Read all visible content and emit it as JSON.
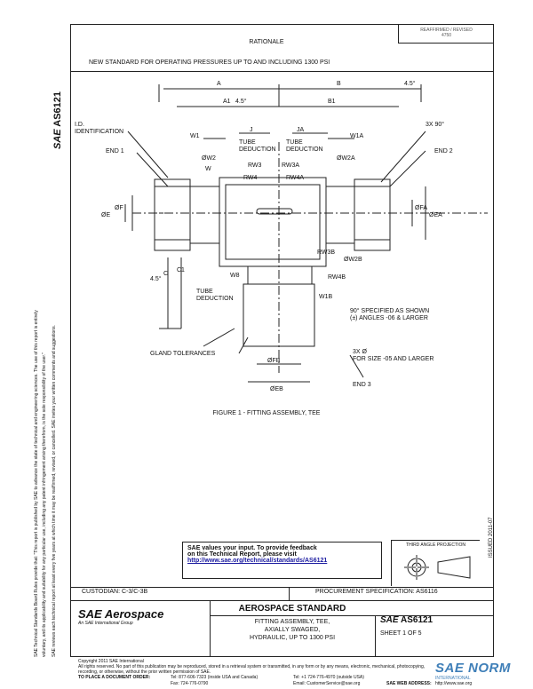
{
  "header": {
    "doc_info_line1": "REAFFIRMED / REVISED",
    "doc_info_line2": "4750",
    "rationale_title": "RATIONALE",
    "rationale_text": "NEW STANDARD FOR OPERATING PRESSURES UP TO AND INCLUDING 1300 PSI"
  },
  "left_margin": {
    "doc_number": "AS6121",
    "sae_mark": "SAE",
    "disclaimer_line1": "SAE Technical Standards Board Rules provide that: \"This report is published by SAE to advance the state of technical and engineering sciences. The use of this report is entirely",
    "disclaimer_line2": "voluntary, and its applicability and suitability for any particular use, including any patent infringement arising therefrom, is the sole responsibility of the user.\"",
    "disclaimer_line3": "SAE reviews each technical report at least every five years at which time it may be reaffirmed, revised, or cancelled. SAE invites your written comments and suggestions."
  },
  "right_margin": {
    "issued": "ISSUED 2011-07"
  },
  "drawing": {
    "labels": {
      "A": "A",
      "B": "B",
      "A1": "A1",
      "B1": "B1",
      "J": "J",
      "JA": "JA",
      "W1": "W1",
      "W1A": "W1A",
      "W": "W",
      "WA": "ØW2A",
      "W2": "ØW2",
      "RW3": "RW3",
      "RW3A": "RW3A",
      "RW4": "RW4",
      "RW4A": "RW4A",
      "RW3B": "RW3B",
      "RW4B": "RW4B",
      "W2B": "ØW2B",
      "W8": "W8",
      "W1B": "W1B",
      "E": "ØE",
      "F": "ØF",
      "FA": "ØFA",
      "EA": "ØEA",
      "FB": "ØFB",
      "EB": "ØEB",
      "C": "C",
      "C1": "C1",
      "ident": "I.D.\nIDENTIFICATION",
      "end1": "END 1",
      "end2": "END 2",
      "end3": "END 3",
      "tube_ded": "TUBE\nDEDUCTION",
      "tube_ded_b": "TUBE\nDEDUCTION",
      "tube_ded_c": "TUBE\nDEDUCTION",
      "note_3x": "3X 90°",
      "note_3x_b": "3X Ø\nFOR SIZE -05 AND LARGER",
      "angle_note": "90°  SPECIFIED AS SHOWN\n(±) ANGLES -06 & LARGER",
      "gland": "GLAND TOLERANCES",
      "dim_45": "4.5°",
      "dim_b_top": "4.5°",
      "dim_a_top": "4.5°"
    },
    "figure_caption": "FIGURE 1 - FITTING ASSEMBLY, TEE"
  },
  "feedback": {
    "line1": "SAE values your input. To provide feedback",
    "line2": "on this Technical Report, please visit",
    "link": "http://www.sae.org/technical/standards/AS6121"
  },
  "projection": {
    "label": "THIRD ANGLE PROJECTION"
  },
  "title_block": {
    "custodian": "CUSTODIAN: C-3/C-3B",
    "procurement": "PROCUREMENT SPECIFICATION: AS6116",
    "logo_text": "SAE Aerospace",
    "logo_sub": "An SAE International Group",
    "standard_heading": "AEROSPACE STANDARD",
    "title_line1": "FITTING ASSEMBLY, TEE,",
    "title_line2": "AXIALLY SWAGED,",
    "title_line3": "HYDRAULIC, UP TO 1300 PSI",
    "sae_mark": "SAE",
    "doc_number": "AS6121",
    "sheet": "SHEET 1 OF 5"
  },
  "footer": {
    "copyright": "Copyright 2011 SAE International",
    "rights1": "All rights reserved. No part of this publication may be reproduced, stored in a retrieval system or transmitted, in any form or by any means, electronic, mechanical, photocopying,",
    "rights2": "recording, or otherwise, without the prior written permission of SAE.",
    "order_label": "TO PLACE A DOCUMENT ORDER:",
    "tel1": "Tel:  877-606-7323 (inside USA and Canada)",
    "tel2": "Tel:  +1 724-776-4970 (outside USA)",
    "fax": "Fax:  724-776-0790",
    "email": "Email:  CustomerService@sae.org",
    "web_label": "SAE WEB ADDRESS:",
    "web": "http://www.sae.org"
  },
  "watermark": {
    "text": "SAE NORM",
    "sub": "INTERNATIONAL"
  },
  "colors": {
    "ink": "#111111",
    "link": "#1a1aa0",
    "watermark": "#3f7fb8"
  }
}
